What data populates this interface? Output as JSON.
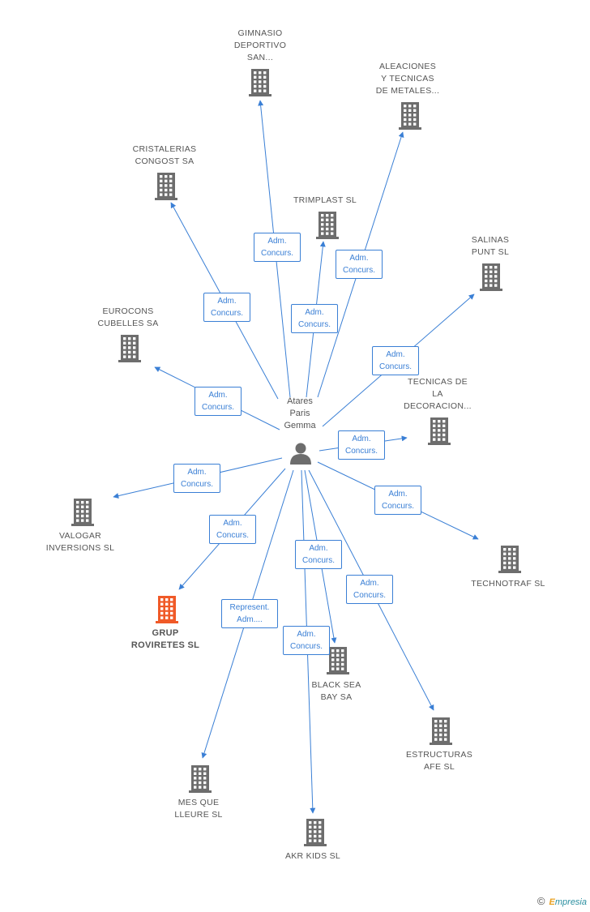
{
  "center": {
    "name": "Atares\nParis\nGemma",
    "icon": "person-icon"
  },
  "colors": {
    "edge": "#3a7fd5",
    "building": "#6d6d6d",
    "building_highlight": "#f05a28"
  },
  "nodes": [
    {
      "id": "gimnasio",
      "label": "GIMNASIO\nDEPORTIVO\nSAN...",
      "icon": "building-icon",
      "highlight": false
    },
    {
      "id": "aleaciones",
      "label": "ALEACIONES\nY TECNICAS\nDE METALES...",
      "icon": "building-icon",
      "highlight": false
    },
    {
      "id": "cristalerias",
      "label": "CRISTALERIAS\nCONGOST SA",
      "icon": "building-icon",
      "highlight": false
    },
    {
      "id": "trimplast",
      "label": "TRIMPLAST SL",
      "icon": "building-icon",
      "highlight": false
    },
    {
      "id": "salinas",
      "label": "SALINAS\nPUNT  SL",
      "icon": "building-icon",
      "highlight": false
    },
    {
      "id": "eurocons",
      "label": "EUROCONS\nCUBELLES SA",
      "icon": "building-icon",
      "highlight": false
    },
    {
      "id": "tecnicas",
      "label": "TECNICAS DE\nLA\nDECORACION...",
      "icon": "building-icon",
      "highlight": false
    },
    {
      "id": "valogar",
      "label": "VALOGAR\nINVERSIONS SL",
      "icon": "building-icon",
      "highlight": false
    },
    {
      "id": "technotraf",
      "label": "TECHNOTRAF SL",
      "icon": "building-icon",
      "highlight": false
    },
    {
      "id": "grup",
      "label": "GRUP\nROVIRETES SL",
      "icon": "building-icon",
      "highlight": true
    },
    {
      "id": "blacksea",
      "label": "BLACK SEA\nBAY SA",
      "icon": "building-icon",
      "highlight": false
    },
    {
      "id": "estructuras",
      "label": "ESTRUCTURAS\nAFE SL",
      "icon": "building-icon",
      "highlight": false
    },
    {
      "id": "mesque",
      "label": "MES QUE\nLLEURE SL",
      "icon": "building-icon",
      "highlight": false
    },
    {
      "id": "akrkids",
      "label": "AKR KIDS  SL",
      "icon": "building-icon",
      "highlight": false
    }
  ],
  "edges": [
    {
      "target": "gimnasio",
      "label": "Adm.\nConcurs."
    },
    {
      "target": "aleaciones",
      "label": "Adm.\nConcurs."
    },
    {
      "target": "cristalerias",
      "label": "Adm.\nConcurs."
    },
    {
      "target": "trimplast",
      "label": "Adm.\nConcurs."
    },
    {
      "target": "salinas",
      "label": "Adm.\nConcurs."
    },
    {
      "target": "eurocons",
      "label": "Adm.\nConcurs."
    },
    {
      "target": "tecnicas",
      "label": "Adm.\nConcurs."
    },
    {
      "target": "valogar",
      "label": "Adm.\nConcurs."
    },
    {
      "target": "technotraf",
      "label": "Adm.\nConcurs."
    },
    {
      "target": "grup",
      "label": "Adm.\nConcurs."
    },
    {
      "target": "blacksea",
      "label": "Adm.\nConcurs."
    },
    {
      "target": "estructuras",
      "label": "Adm.\nConcurs."
    },
    {
      "target": "mesque",
      "label": "Represent.\nAdm...."
    },
    {
      "target": "akrkids",
      "label": "Adm.\nConcurs."
    }
  ],
  "footer": {
    "copyright": "©",
    "brand_e": "E",
    "brand_rest": "mpresia"
  }
}
